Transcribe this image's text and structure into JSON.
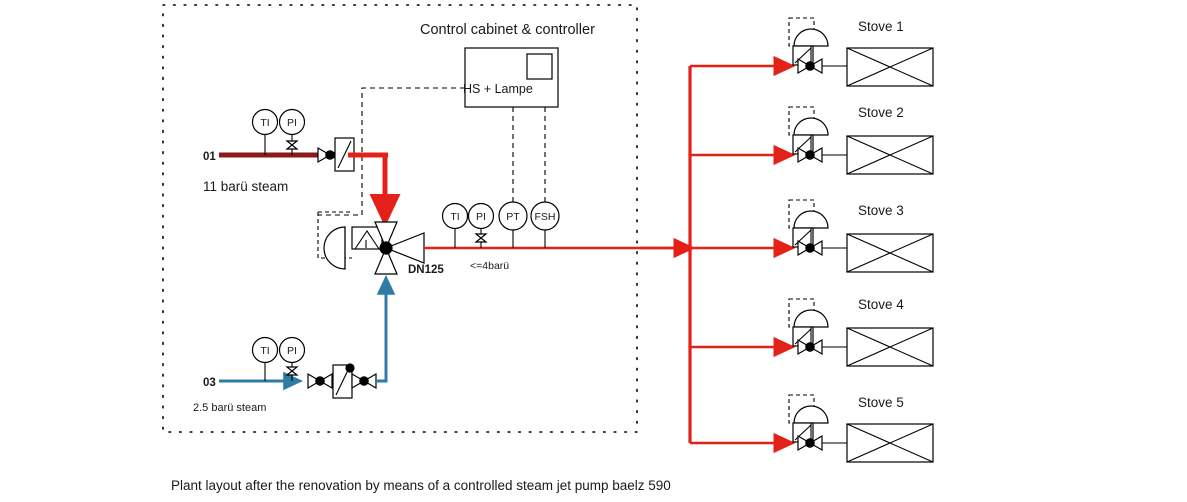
{
  "caption": "Plant layout after the renovation by means of a controlled steam jet pump baelz 590",
  "cabinet": {
    "title": "Control cabinet & controller",
    "box_label": "HS + Lampe"
  },
  "colors": {
    "hp_steam": "#8B1A1A",
    "lp_return": "#2E7BA6",
    "mixed_steam": "#E32119",
    "line": "#000000",
    "text": "#1a1a1a"
  },
  "inlets": [
    {
      "tag": "01",
      "label": "11 barü steam",
      "instruments": [
        "TI",
        "PI"
      ],
      "color_key": "hp_steam"
    },
    {
      "tag": "03",
      "label": "2.5 barü steam",
      "instruments": [
        "TI",
        "PI"
      ],
      "color_key": "lp_return"
    }
  ],
  "pump": {
    "name": "DN125",
    "model": "baelz 590"
  },
  "outlet": {
    "pressure_label": "<=4barü",
    "instruments": [
      "TI",
      "PI",
      "PT",
      "FSH"
    ]
  },
  "stoves": [
    {
      "label": "Stove 1"
    },
    {
      "label": "Stove 2"
    },
    {
      "label": "Stove 3"
    },
    {
      "label": "Stove 4"
    },
    {
      "label": "Stove 5"
    }
  ]
}
